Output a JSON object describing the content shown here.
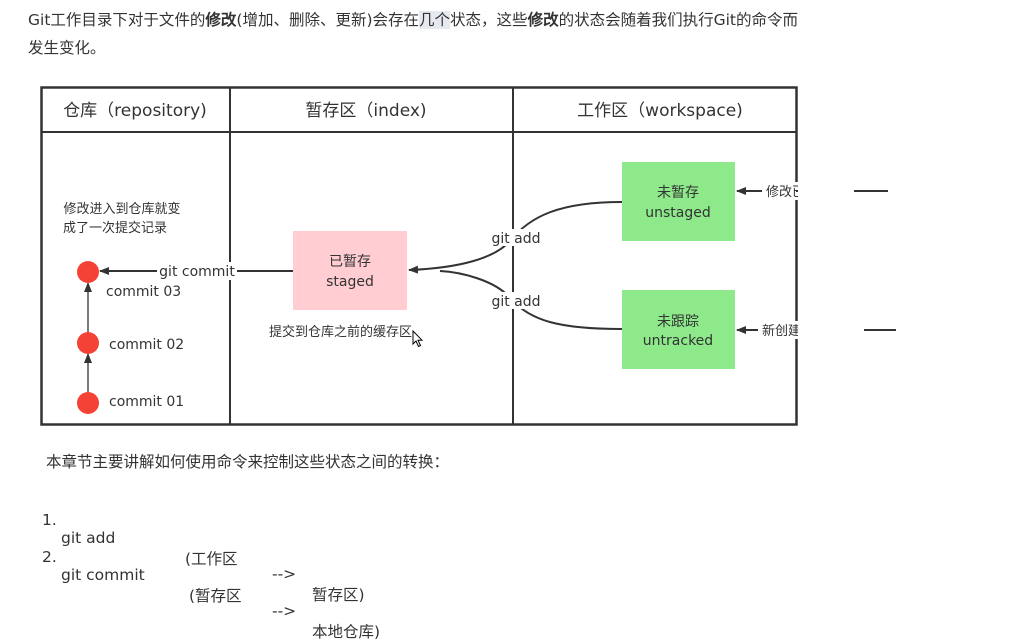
{
  "intro": {
    "p1": "Git工作目录下对于文件的",
    "b1": "修改",
    "p2": "(增加、删除、更新)会存在",
    "hl": "几个",
    "p3": "状态，这些",
    "b2": "修改",
    "p4": "的状态会随着我们执行Git的命令而",
    "line2": "发生变化。"
  },
  "diagram": {
    "headers": [
      "仓库（repository)",
      "暂存区（index)",
      "工作区（workspace)"
    ],
    "repo_note_1": "修改进入到仓库就变",
    "repo_note_2": "成了一次提交记录",
    "commits": [
      "commit  03",
      "commit  02",
      "commit  01"
    ],
    "commit_arrow_label": "git commit",
    "staged": {
      "line1": "已暂存",
      "line2": "staged",
      "caption": "提交到仓库之前的缓存区"
    },
    "git_add_labels": [
      "git add",
      "git add"
    ],
    "unstaged": {
      "line1": "未暂存",
      "line2": "unstaged"
    },
    "untracked": {
      "line1": "未跟踪",
      "line2": "untracked"
    },
    "inputs": [
      "修改已有文件",
      "新创建一个文件"
    ],
    "colors": {
      "commit_dot": "#f44336",
      "staged": "#ffcdd2",
      "working": "#8de98a",
      "line": "#333333"
    }
  },
  "summary": "本章节主要讲解如何使用命令来控制这些状态之间的转换：",
  "list": [
    {
      "num": "1.",
      "cmd": "git add",
      "from": "(工作区",
      "arrow": "-->",
      "to": "暂存区)"
    },
    {
      "num": "2.",
      "cmd": "git commit",
      "from": "(暂存区",
      "arrow": "-->",
      "to": "本地仓库)"
    }
  ]
}
